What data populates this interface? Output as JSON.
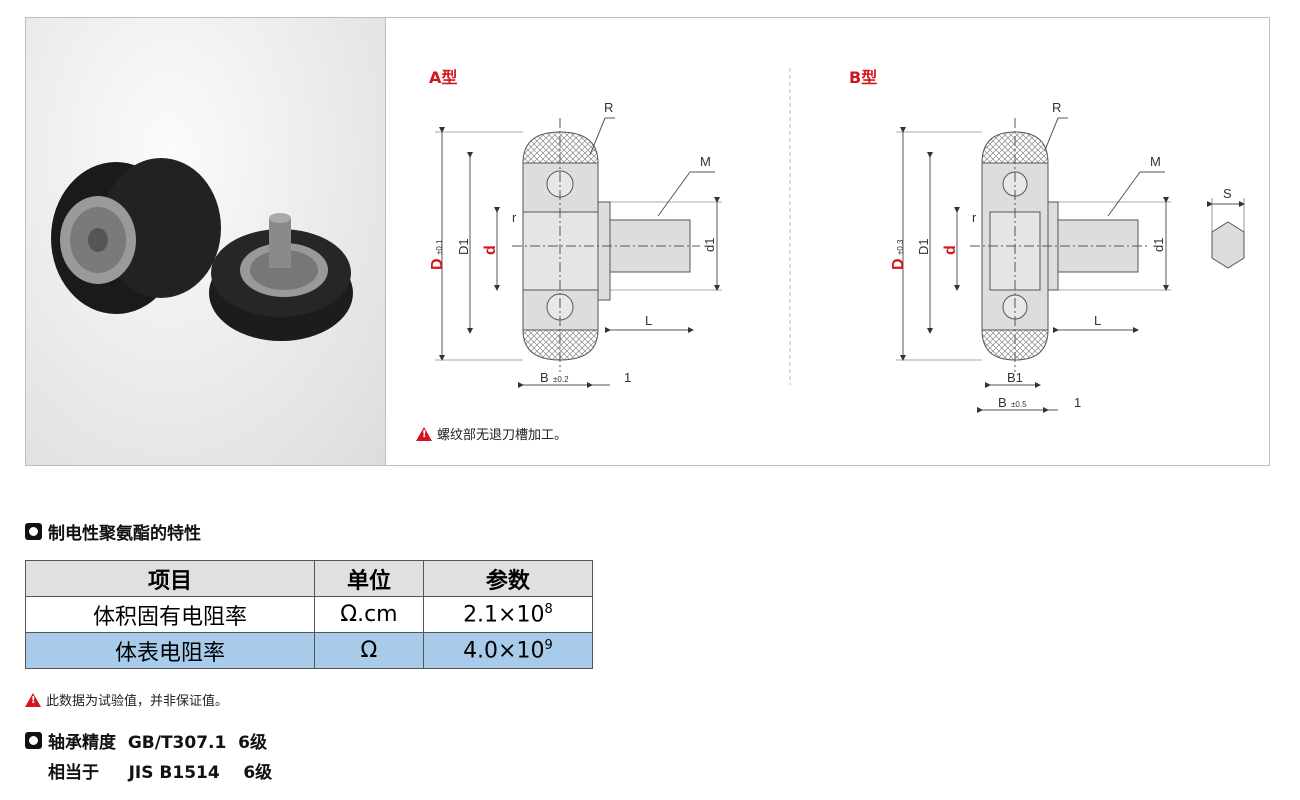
{
  "drawing": {
    "type_a": {
      "title": "A型",
      "labels": {
        "R": "R",
        "M": "M",
        "r": "r",
        "D": "D",
        "D_tol": "±0.1",
        "D1": "D1",
        "d": "d",
        "d1": "d1",
        "L": "L",
        "B": "B",
        "B_tol": "±0.2",
        "one": "1"
      }
    },
    "type_b": {
      "title": "B型",
      "labels": {
        "R": "R",
        "M": "M",
        "r": "r",
        "D": "D",
        "D_tol": "±0.3",
        "D1": "D1",
        "d": "d",
        "d1": "d1",
        "L": "L",
        "B1": "B1",
        "B": "B",
        "B_tol": "±0.5",
        "one": "1",
        "S": "S"
      }
    },
    "note": "螺纹部无退刀槽加工。"
  },
  "properties": {
    "heading": "制电性聚氨酯的特性",
    "columns": [
      "项目",
      "单位",
      "参数"
    ],
    "rows": [
      {
        "item": "体积固有电阻率",
        "unit": "Ω.cm",
        "base": "2.1×10",
        "exp": "8"
      },
      {
        "item": "体表电阻率",
        "unit": "Ω",
        "base": "4.0×10",
        "exp": "9"
      }
    ],
    "note": "此数据为试验值，并非保证值。"
  },
  "precision": {
    "line1": "轴承精度  GB/T307.1  6级",
    "line2": "相当于     JIS B1514    6级"
  },
  "colors": {
    "accent": "#d2161e",
    "highlight_row": "#a8cbea",
    "header_row": "#e0e0e0"
  }
}
